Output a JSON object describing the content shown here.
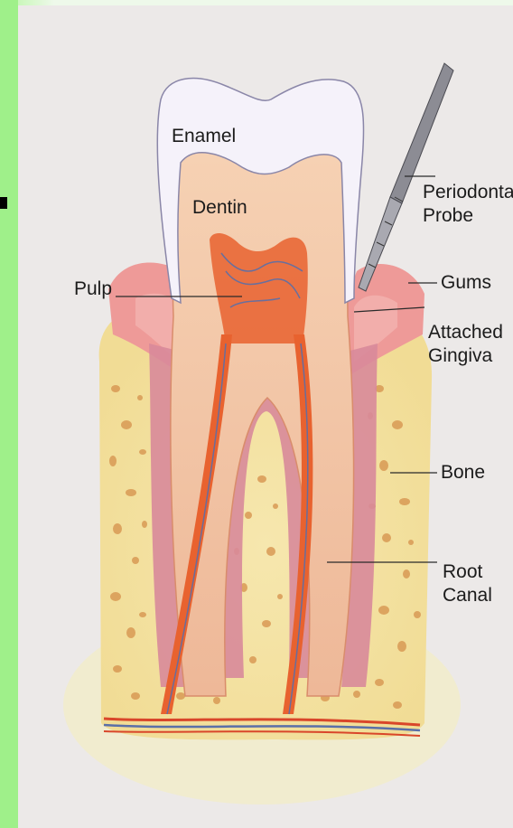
{
  "labels": {
    "enamel": "Enamel",
    "dentin": "Dentin",
    "pulp": "Pulp",
    "periodontal_probe": "Periodontal\nProbe",
    "gums": "Gums",
    "attached_gingiva": "Attached\nGingiva",
    "bone": "Bone",
    "root_canal": "Root\nCanal"
  },
  "colors": {
    "background_green": "#a6f58f",
    "panel": "#ece9e8",
    "enamel": "#f5f2fa",
    "dentin": "#f3c9a8",
    "pulp": "#e8622f",
    "gums": "#ee9a98",
    "bone": "#f4e2a0",
    "bone_spots": "#d99a55",
    "periodontal_ligament": "#d8899a",
    "nerve_blue": "#5a6fa8"
  }
}
